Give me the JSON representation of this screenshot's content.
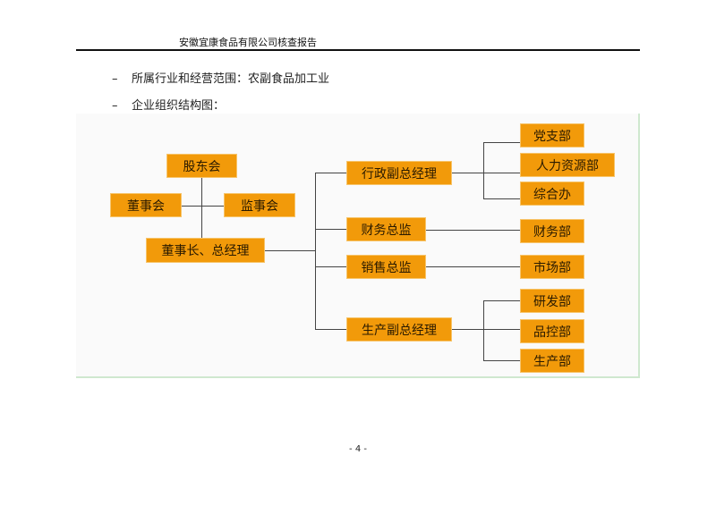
{
  "header": {
    "title": "安徽宜康食品有限公司核查报告"
  },
  "bullets": [
    {
      "dash": "–",
      "text": "所属行业和经营范围：农副食品加工业"
    },
    {
      "dash": "–",
      "text": "企业组织结构图："
    }
  ],
  "org": {
    "shareholders": "股东会",
    "board": "董事会",
    "supervisors": "监事会",
    "chairman": "董事长、总经理",
    "admin_vp": "行政副总经理",
    "cfo": "财务总监",
    "sales_director": "销售总监",
    "production_vp": "生产副总经理",
    "party_branch": "党支部",
    "hr": "人力资源部",
    "general_office": "综合办",
    "finance_dept": "财务部",
    "marketing_dept": "市场部",
    "rd_dept": "研发部",
    "qc_dept": "品控部",
    "production_dept": "生产部"
  },
  "footer": {
    "page": "- 4 -"
  }
}
